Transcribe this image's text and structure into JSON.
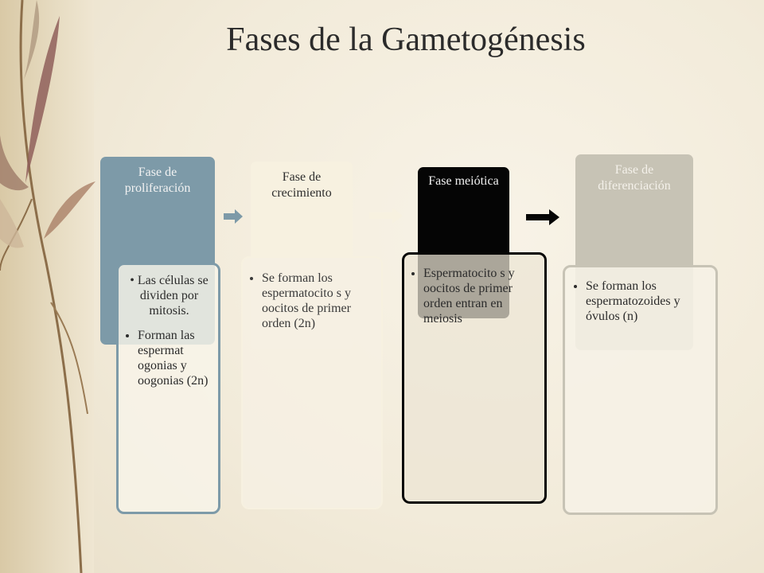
{
  "title": "Fases de la Gametogénesis",
  "colors": {
    "phase1": "#7d9aa8",
    "phase2": "#f7f1e0",
    "phase3": "#050505",
    "phase4": "#c7c3b5",
    "arrow1": "#7d9aa8",
    "arrow2": "#f7f1e0",
    "arrow3": "#050505"
  },
  "phases": [
    {
      "label": "Fase de proliferación",
      "bullets": [
        "Las células se dividen por mitosis.",
        "Forman las espermat ogonias y oogonias (2n)"
      ]
    },
    {
      "label": "Fase de crecimiento",
      "bullets": [
        "Se forman los espermatocito s y oocitos de primer orden (2n)"
      ]
    },
    {
      "label": "Fase meiótica",
      "bullets": [
        "Espermatocito s y oocitos de primer orden entran en meiosis"
      ]
    },
    {
      "label": "Fase de diferenciación",
      "bullets": [
        "Se forman los espermatozoides y óvulos (n)"
      ]
    }
  ]
}
